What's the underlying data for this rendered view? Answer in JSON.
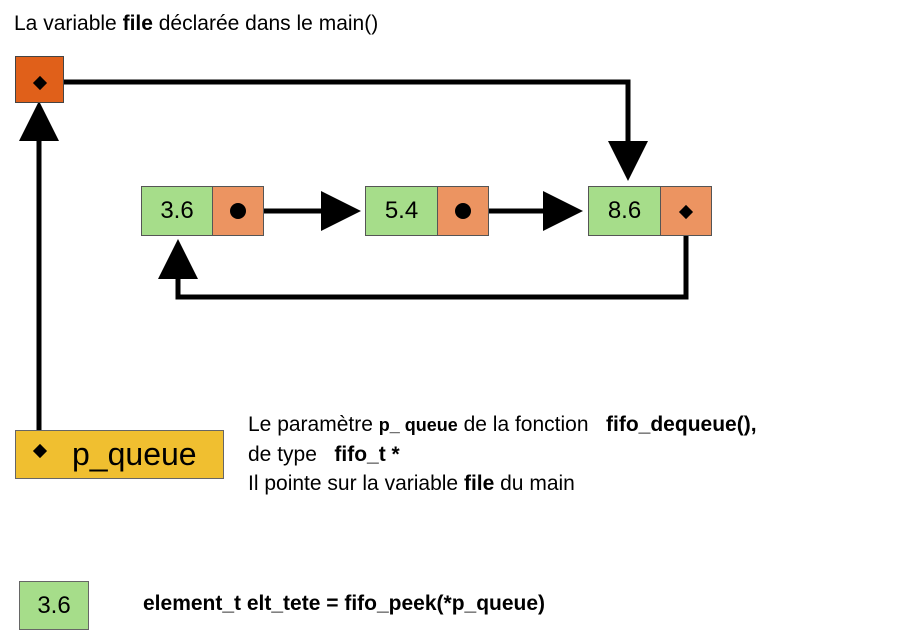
{
  "title": {
    "prefix": "La variable ",
    "bold": "file",
    "suffix": " déclarée dans le main()"
  },
  "nodes": [
    {
      "value": "3.6"
    },
    {
      "value": "5.4"
    },
    {
      "value": "8.6"
    }
  ],
  "p_queue_label": "p_queue",
  "description": {
    "line1_prefix": "Le paramètre ",
    "line1_bold1": "p_ queue",
    "line1_mid": " de la fonction   ",
    "line1_bold2": "fifo_dequeue(),",
    "line2_prefix": "de type   ",
    "line2_bold": "fifo_t *",
    "line3_prefix": "Il pointe sur la variable ",
    "line3_bold": "file",
    "line3_suffix": " du main"
  },
  "result_value": "3.6",
  "code_line": "element_t elt_tete = fifo_peek(*p_queue)",
  "colors": {
    "value_cell": "#a6dd8a",
    "pointer_cell": "#ec9461",
    "file_box": "#e0601a",
    "p_queue_box": "#f0bf30"
  }
}
